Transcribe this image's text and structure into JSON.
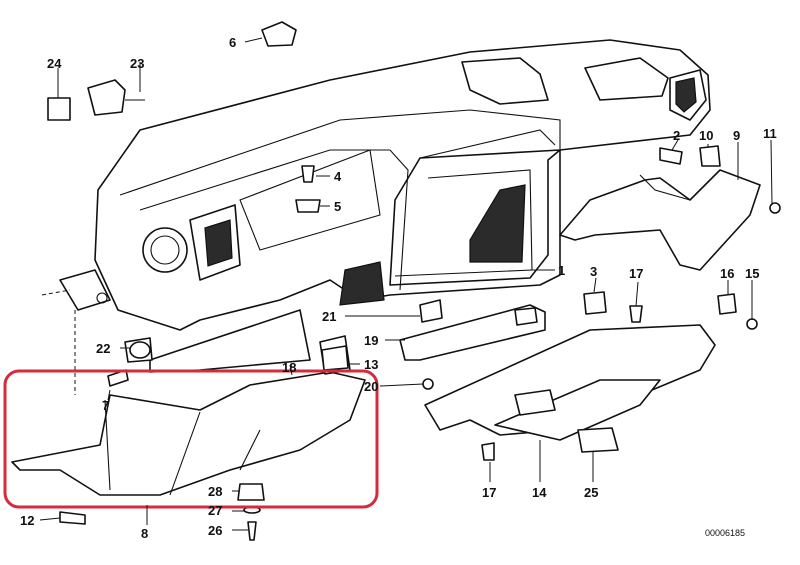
{
  "callouts": [
    {
      "id": "c1",
      "label": "1"
    },
    {
      "id": "c2",
      "label": "2"
    },
    {
      "id": "c3",
      "label": "3"
    },
    {
      "id": "c4",
      "label": "4"
    },
    {
      "id": "c5",
      "label": "5"
    },
    {
      "id": "c6",
      "label": "6"
    },
    {
      "id": "c7",
      "label": "7"
    },
    {
      "id": "c8",
      "label": "8"
    },
    {
      "id": "c9",
      "label": "9"
    },
    {
      "id": "c10",
      "label": "10"
    },
    {
      "id": "c11",
      "label": "11"
    },
    {
      "id": "c12",
      "label": "12"
    },
    {
      "id": "c13",
      "label": "13"
    },
    {
      "id": "c14",
      "label": "14"
    },
    {
      "id": "c15",
      "label": "15"
    },
    {
      "id": "c16",
      "label": "16"
    },
    {
      "id": "c17a",
      "label": "17"
    },
    {
      "id": "c17b",
      "label": "17"
    },
    {
      "id": "c18",
      "label": "18"
    },
    {
      "id": "c19",
      "label": "19"
    },
    {
      "id": "c20",
      "label": "20"
    },
    {
      "id": "c21",
      "label": "21"
    },
    {
      "id": "c22",
      "label": "22"
    },
    {
      "id": "c23",
      "label": "23"
    },
    {
      "id": "c24",
      "label": "24"
    },
    {
      "id": "c25",
      "label": "25"
    },
    {
      "id": "c26",
      "label": "26"
    },
    {
      "id": "c27",
      "label": "27"
    },
    {
      "id": "c28",
      "label": "28"
    }
  ],
  "document_number": "00006185",
  "highlight": {
    "color": "#d62b3c"
  }
}
